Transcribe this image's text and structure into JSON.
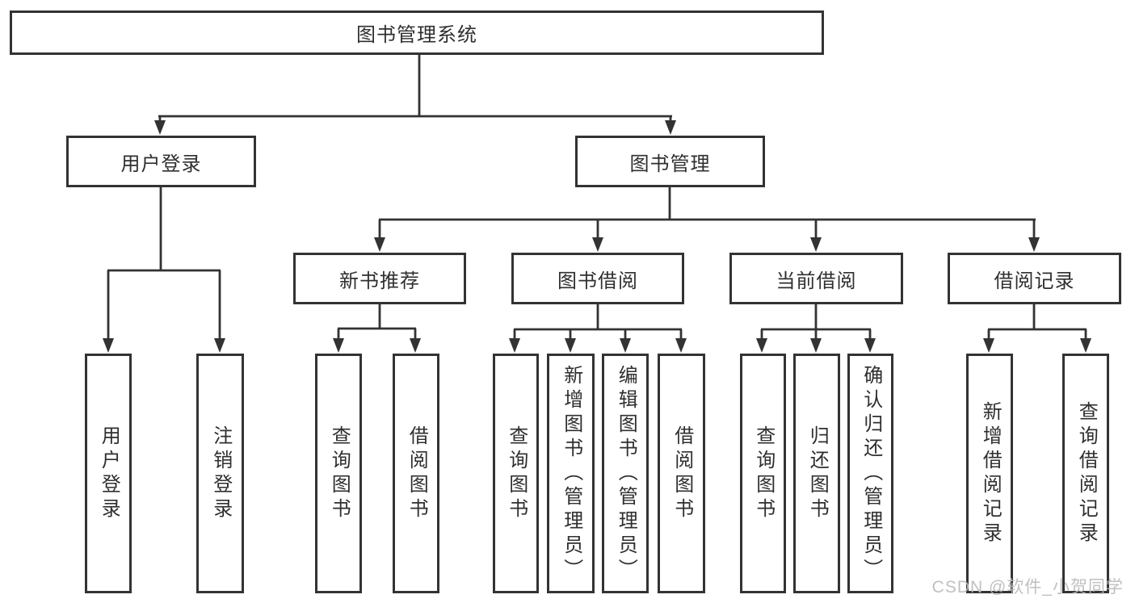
{
  "diagram": {
    "root": {
      "label": "图书管理系统"
    },
    "level2": [
      {
        "label": "用户登录"
      },
      {
        "label": "图书管理"
      }
    ],
    "level3": [
      {
        "label": "新书推荐"
      },
      {
        "label": "图书借阅"
      },
      {
        "label": "当前借阅"
      },
      {
        "label": "借阅记录"
      }
    ],
    "leaves": {
      "user_login": [
        {
          "label": "用户登录"
        },
        {
          "label": "注销登录"
        }
      ],
      "new_book_recommend": [
        {
          "label": "查询图书"
        },
        {
          "label": "借阅图书"
        }
      ],
      "book_borrow": [
        {
          "label": "查询图书"
        },
        {
          "label": "新增图书（管理员）"
        },
        {
          "label": "编辑图书（管理员）"
        },
        {
          "label": "借阅图书"
        }
      ],
      "current_borrow": [
        {
          "label": "查询图书"
        },
        {
          "label": "归还图书"
        },
        {
          "label": "确认归还（管理员）"
        }
      ],
      "borrow_records": [
        {
          "label": "新增借阅记录"
        },
        {
          "label": "查询借阅记录"
        }
      ]
    }
  },
  "watermark": "CSDN @软件_小贺同学",
  "colors": {
    "line": "#333333",
    "text": "#2f2f2f",
    "box_background": "#ffffff",
    "watermark": "#b9b9b9",
    "background": "#ffffff"
  }
}
